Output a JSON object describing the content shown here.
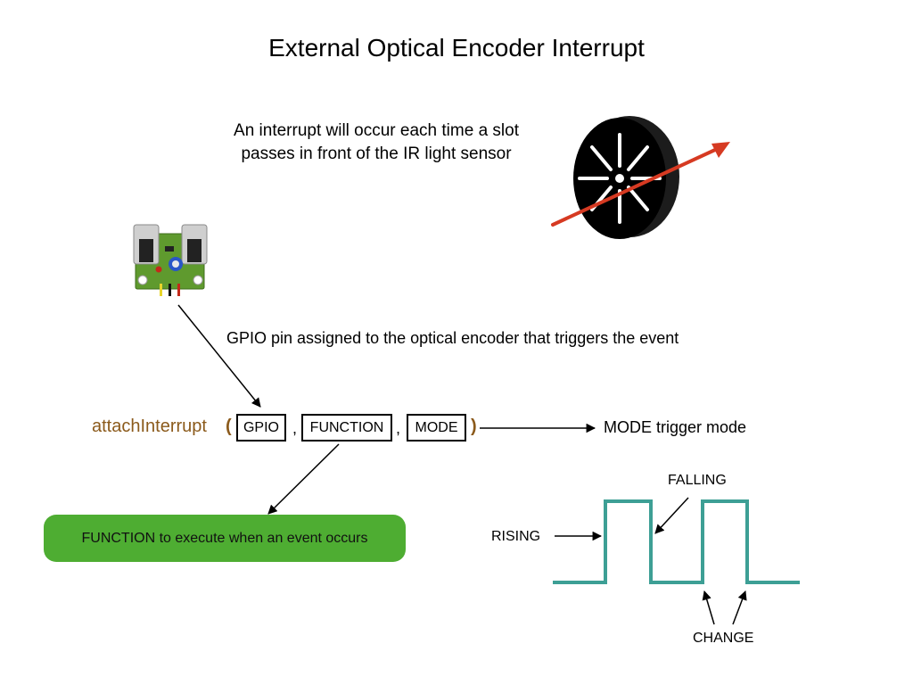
{
  "title": "External Optical Encoder Interrupt",
  "note": "An interrupt will occur each time a slot passes in front of the IR light sensor",
  "gpio_description": "GPIO pin assigned to the optical encoder that triggers the event",
  "call": {
    "function_name": "attachInterrupt",
    "open_paren": "(",
    "close_paren": ")",
    "separator": ",",
    "args": [
      "GPIO",
      "FUNCTION",
      "MODE"
    ]
  },
  "mode_description": "MODE trigger mode",
  "function_description": "FUNCTION to execute when an event occurs",
  "waveform_labels": {
    "rising": "RISING",
    "falling": "FALLING",
    "change": "CHANGE"
  },
  "colors": {
    "function_name": "#8b5a1b",
    "pill": "#4ead32",
    "waveform": "#3d9f95",
    "rotation_arrow": "#d63a22",
    "pcb": "#5f9a2e"
  },
  "icons": {
    "sensor": "ir-sensor-module-icon",
    "wheel": "encoder-wheel-icon"
  }
}
